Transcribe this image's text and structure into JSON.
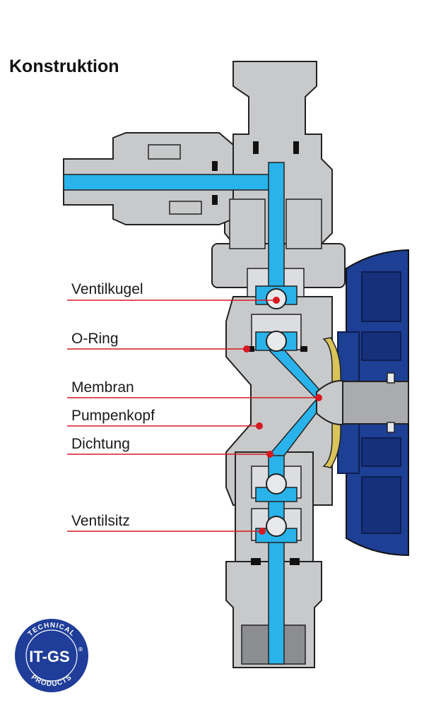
{
  "title": "Konstruktion",
  "labels": [
    {
      "id": "ventilkugel",
      "text": "Ventilkugel"
    },
    {
      "id": "o-ring",
      "text": "O-Ring"
    },
    {
      "id": "membran",
      "text": "Membran"
    },
    {
      "id": "pumpenkopf",
      "text": "Pumpenkopf"
    },
    {
      "id": "dichtung",
      "text": "Dichtung"
    },
    {
      "id": "ventilsitz",
      "text": "Ventilsitz"
    }
  ],
  "logo": {
    "brand": "IT-GS",
    "registered": "®",
    "ring_top": "TECHNICAL",
    "ring_bottom": "PRODUCTS"
  },
  "colors": {
    "body_gray": "#c8c9cb",
    "outline": "#222222",
    "fluid_blue": "#29b3ea",
    "motor_blue": "#1d3f94",
    "motor_dark": "#16307a",
    "leader_red": "#d71920",
    "shaft_gray": "#a9abae",
    "logo_blue": "#1f3d99"
  }
}
